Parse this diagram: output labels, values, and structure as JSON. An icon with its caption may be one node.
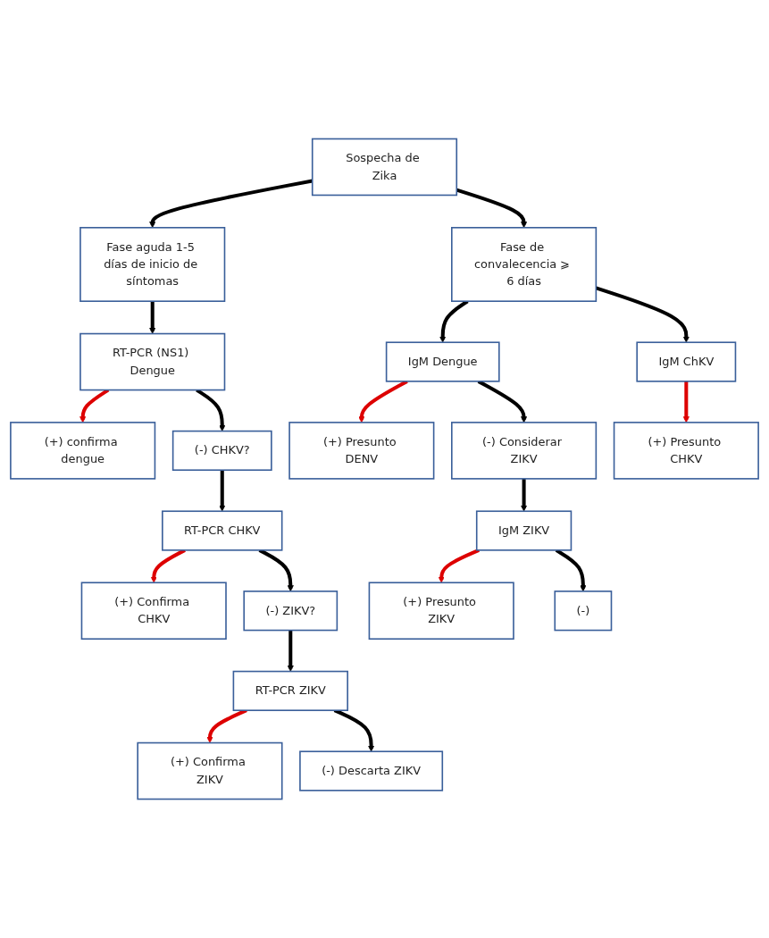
{
  "diagram": {
    "nodes": [
      {
        "text": [
          "Sospecha de Zika"
        ]
      },
      {
        "text": [
          "Fase aguda 1-5 días de inicio de síntomas"
        ]
      },
      {
        "text": [
          "Fase de convalecencia ⩾ 6 días"
        ]
      },
      {
        "text": [
          "RT-PCR (NS1) Dengue"
        ]
      },
      {
        "text": [
          "IgM Dengue"
        ]
      },
      {
        "text": [
          "IgM ChKV"
        ]
      },
      {
        "text": [
          "(+) confirma dengue"
        ]
      },
      {
        "text": [
          "(-) CHKV?"
        ]
      },
      {
        "text": [
          "(+) Presunto DENV"
        ]
      },
      {
        "text": [
          "(-) Considerar ZIKV"
        ]
      },
      {
        "text": [
          "(+) Presunto CHKV"
        ]
      },
      {
        "text": [
          "RT-PCR CHKV"
        ]
      },
      {
        "text": [
          "IgM ZIKV"
        ]
      },
      {
        "text": [
          "(+) Confirma CHKV"
        ]
      },
      {
        "text": [
          "(-) ZIKV?"
        ]
      },
      {
        "text": [
          "(+) Presunto ZIKV"
        ]
      },
      {
        "text": [
          "(-)"
        ]
      },
      {
        "text": [
          "RT-PCR ZIKV"
        ]
      },
      {
        "text": [
          "(+) Confirma ZIKV"
        ]
      },
      {
        "text": [
          "(-) Descarta ZIKV"
        ]
      }
    ],
    "edges": [
      {
        "from": 0,
        "to": 1,
        "arrow": "to"
      },
      {
        "from": 0,
        "to": 2,
        "arrow": "to"
      },
      {
        "from": 1,
        "to": 3,
        "arrow": "to"
      },
      {
        "from": 2,
        "to": 4,
        "arrow": "to"
      },
      {
        "from": 2,
        "to": 5,
        "arrow": "to"
      },
      {
        "from": 3,
        "to": 6,
        "arrow": "to",
        "color": "#dd0000"
      },
      {
        "from": 3,
        "to": 7,
        "arrow": "to"
      },
      {
        "from": 4,
        "to": 8,
        "arrow": "to",
        "color": "#dd0000"
      },
      {
        "from": 4,
        "to": 9,
        "arrow": "to"
      },
      {
        "from": 5,
        "to": 10,
        "arrow": "to",
        "color": "#dd0000"
      },
      {
        "from": 7,
        "to": 11,
        "arrow": "to"
      },
      {
        "from": 9,
        "to": 12,
        "arrow": "to"
      },
      {
        "from": 11,
        "to": 13,
        "arrow": "to",
        "color": "#dd0000"
      },
      {
        "from": 11,
        "to": 14,
        "arrow": "to"
      },
      {
        "from": 12,
        "to": 15,
        "arrow": "to",
        "color": "#dd0000"
      },
      {
        "from": 12,
        "to": 16,
        "arrow": "to"
      },
      {
        "from": 14,
        "to": 17,
        "arrow": "to"
      },
      {
        "from": 17,
        "to": 18,
        "arrow": "to",
        "color": "#dd0000"
      },
      {
        "from": 17,
        "to": 19,
        "arrow": "to"
      }
    ]
  }
}
